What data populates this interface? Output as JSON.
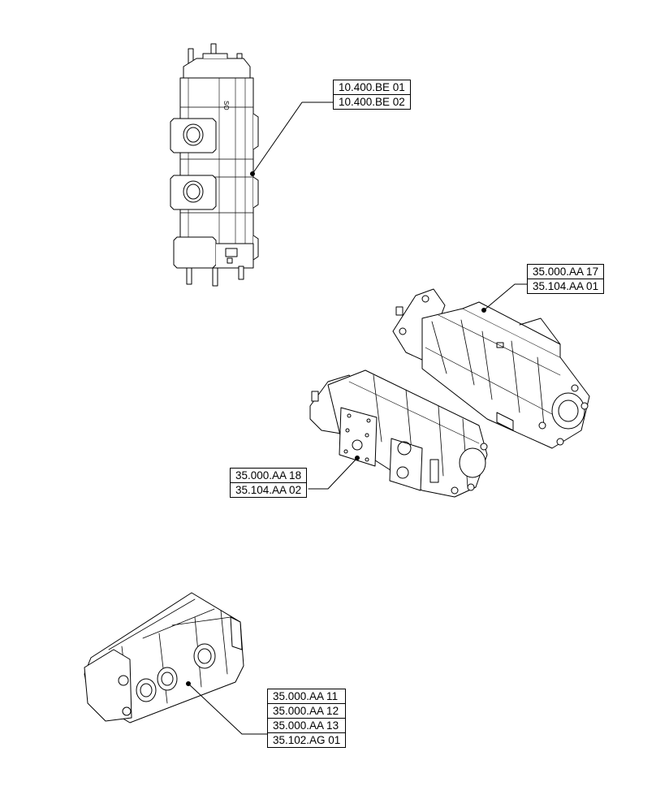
{
  "callouts": [
    {
      "id": "pump-tandem-vertical",
      "refs": [
        "10.400.BE 01",
        "10.400.BE 02"
      ]
    },
    {
      "id": "pump-triple-right",
      "refs": [
        "35.000.AA 17",
        "35.104.AA 01"
      ]
    },
    {
      "id": "pump-triple-flange",
      "refs": [
        "35.000.AA 18",
        "35.104.AA 02"
      ]
    },
    {
      "id": "pump-triple-bottom",
      "refs": [
        "35.000.AA 11",
        "35.000.AA 12",
        "35.000.AA 13",
        "35.102.AG 01"
      ]
    }
  ],
  "colors": {
    "line": "#000000",
    "background": "#ffffff"
  }
}
